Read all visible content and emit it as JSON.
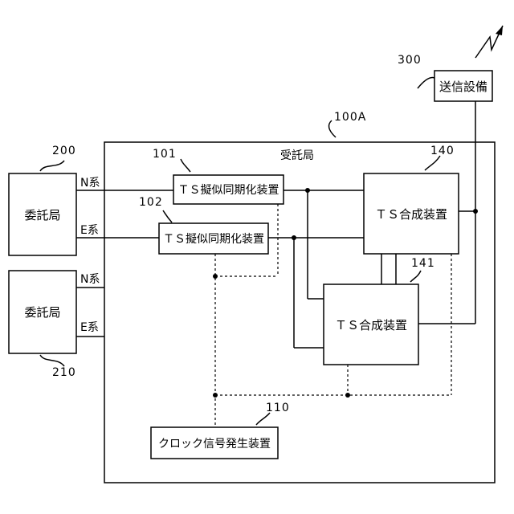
{
  "references": {
    "r300": "300",
    "r100A": "100A",
    "r200": "200",
    "r101": "101",
    "r140": "140",
    "r102": "102",
    "r141": "141",
    "r210": "210",
    "r110": "110"
  },
  "labels": {
    "transmit": "送信設備",
    "outer_station": "受託局",
    "client1": "委託局",
    "client2": "委託局",
    "sync1": "ＴＳ擬似同期化装置",
    "sync2": "ＴＳ擬似同期化装置",
    "combiner1": "ＴＳ合成装置",
    "combiner2": "ＴＳ合成装置",
    "clock": "クロック信号発生装置",
    "n_line_1": "N系",
    "e_line_1": "E系",
    "n_line_2": "N系",
    "e_line_2": "E系"
  }
}
